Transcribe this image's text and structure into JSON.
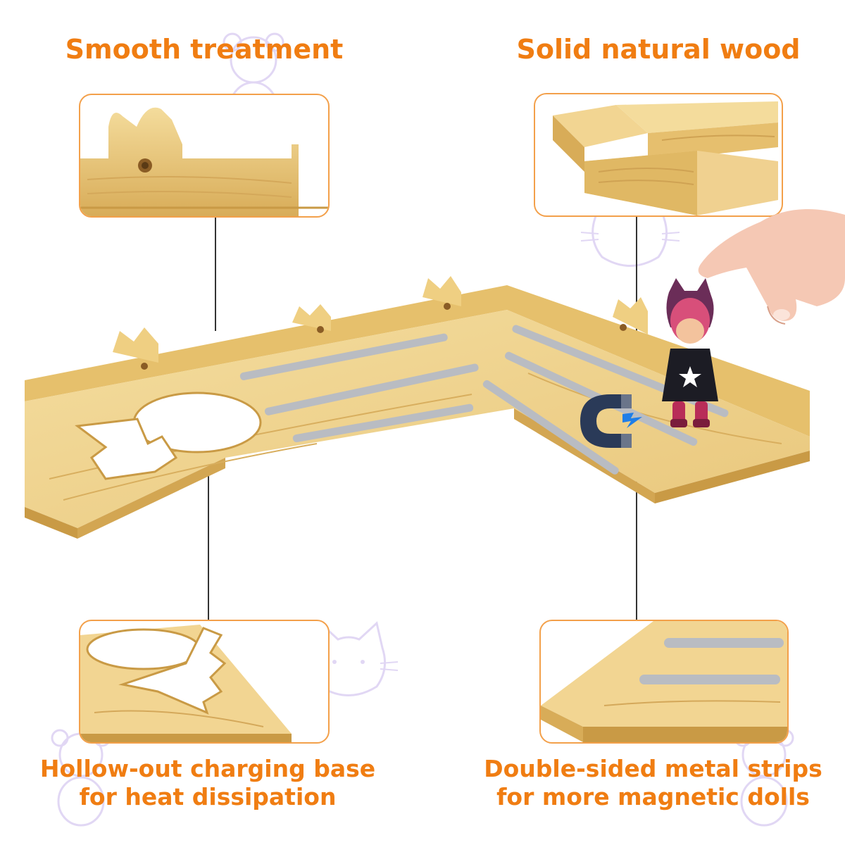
{
  "captions": {
    "top_left": "Smooth treatment",
    "top_right": "Solid natural wood",
    "bottom_left": [
      "Hollow-out charging base",
      "for heat dissipation"
    ],
    "bottom_right": [
      "Double-sided metal strips",
      "for more magnetic dolls"
    ]
  },
  "colors": {
    "accent_orange": "#f07d12",
    "panel_border": "#f3a04a",
    "wood_light": "#f2d592",
    "wood_mid": "#e3bb6a",
    "wood_dark": "#c99a45",
    "metal": "#b9bcc2",
    "doodle_lilac": "#c9b8ec",
    "magnet_navy": "#2a3a58"
  },
  "icons": {
    "magnet": "magnet-icon",
    "lightning": "lightning-icon",
    "star": "star-icon"
  }
}
